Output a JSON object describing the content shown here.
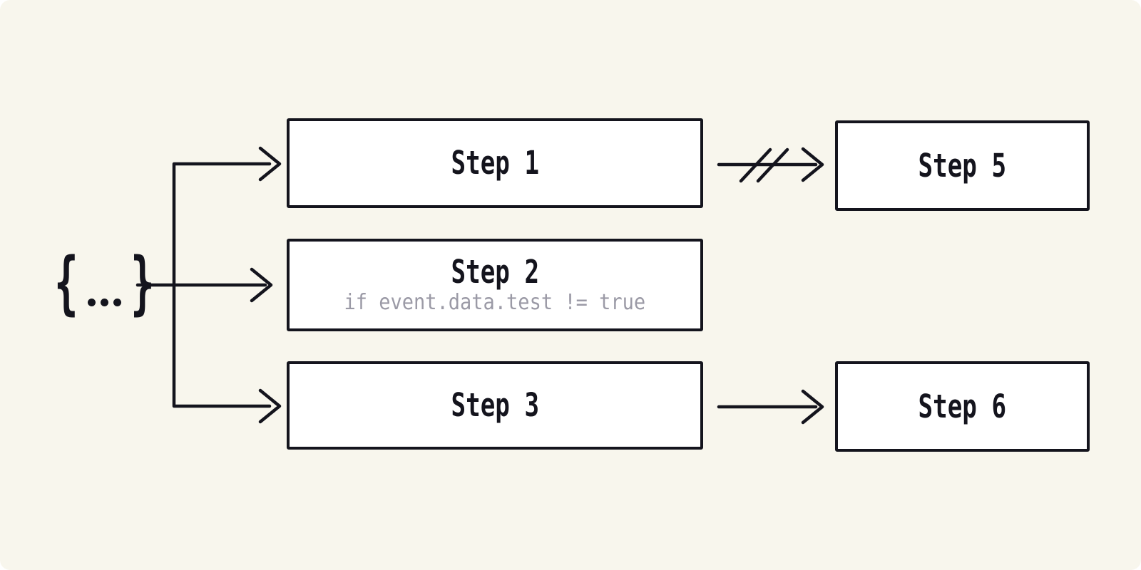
{
  "diagram": {
    "colors": {
      "background": "#f8f6ed",
      "ink": "#14141d",
      "muted_text": "#9b9aa6",
      "node_fill": "#ffffff"
    },
    "symbol": {
      "text": "{...}",
      "open": "{",
      "close": "}"
    },
    "nodes": [
      {
        "label": "Step 1"
      },
      {
        "label": "Step 2",
        "condition": "if event.data.test != true"
      },
      {
        "label": "Step 3"
      },
      {
        "label": "Step 5"
      },
      {
        "label": "Step 6"
      }
    ],
    "edges": [
      {
        "from": "event-payload",
        "to": "Step 1",
        "style": "arrow"
      },
      {
        "from": "event-payload",
        "to": "Step 2",
        "style": "arrow"
      },
      {
        "from": "event-payload",
        "to": "Step 3",
        "style": "arrow"
      },
      {
        "from": "Step 1",
        "to": "Step 5",
        "style": "arrow-cancelled"
      },
      {
        "from": "Step 3",
        "to": "Step 6",
        "style": "arrow"
      }
    ]
  }
}
